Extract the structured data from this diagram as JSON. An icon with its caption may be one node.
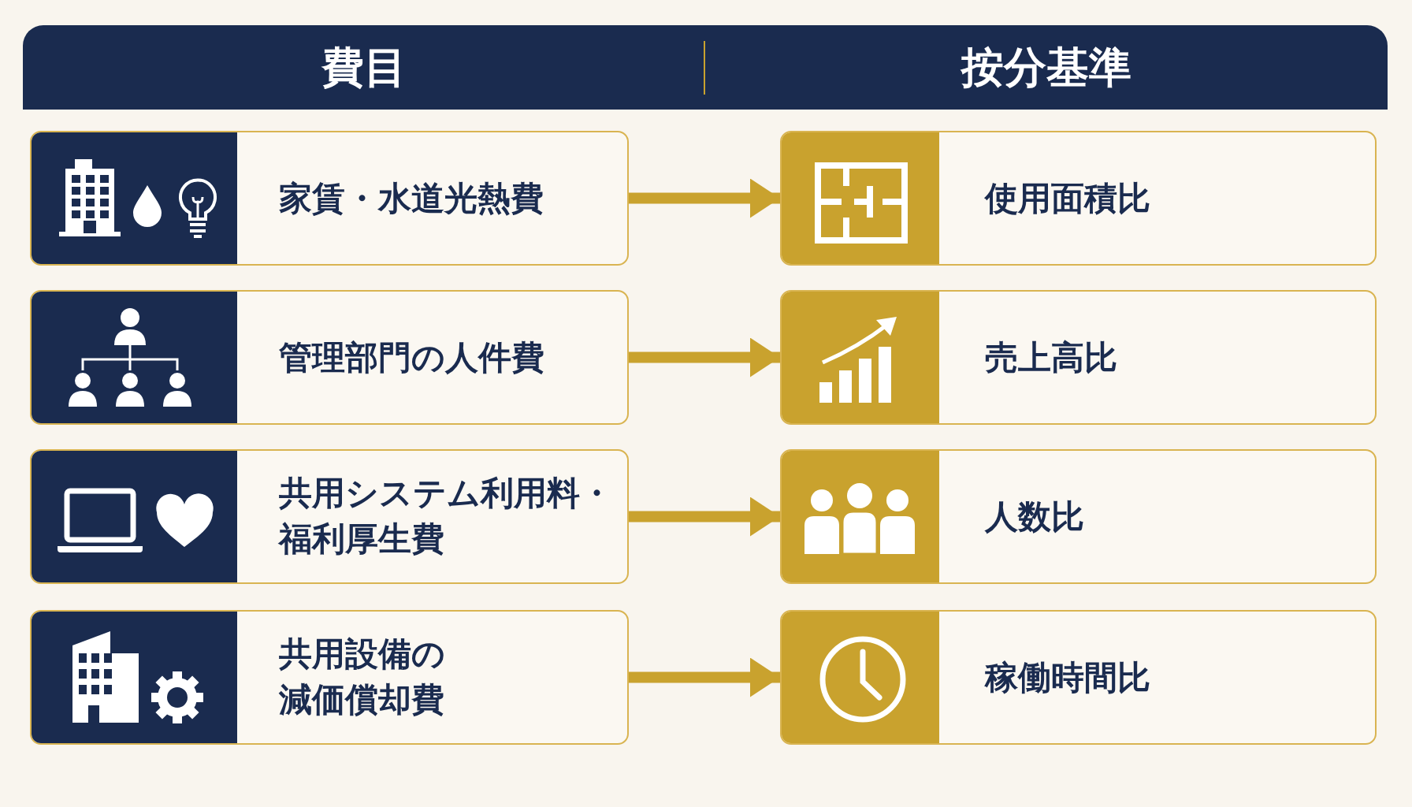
{
  "diagram": {
    "nodes": [
      {
        "text": [
          "家賃・水道光熱費"
        ]
      },
      {
        "text": [
          "管理部門の人件費"
        ]
      },
      {
        "text": [
          "共用システム利用料・福利厚生費"
        ]
      },
      {
        "text": [
          "共用設備の減価償却費"
        ]
      },
      {
        "text": [
          "使用面積比"
        ]
      },
      {
        "text": [
          "売上高比"
        ]
      },
      {
        "text": [
          "人数比"
        ]
      },
      {
        "text": [
          "稼働時間比"
        ]
      }
    ],
    "edges": [
      {
        "from": 0,
        "to": 4,
        "arrow": "to"
      },
      {
        "from": 1,
        "to": 5,
        "arrow": "to"
      },
      {
        "from": 2,
        "to": 6,
        "arrow": "to"
      },
      {
        "from": 3,
        "to": 7,
        "arrow": "to"
      }
    ],
    "labels": [
      "費目",
      "按分基準"
    ]
  }
}
